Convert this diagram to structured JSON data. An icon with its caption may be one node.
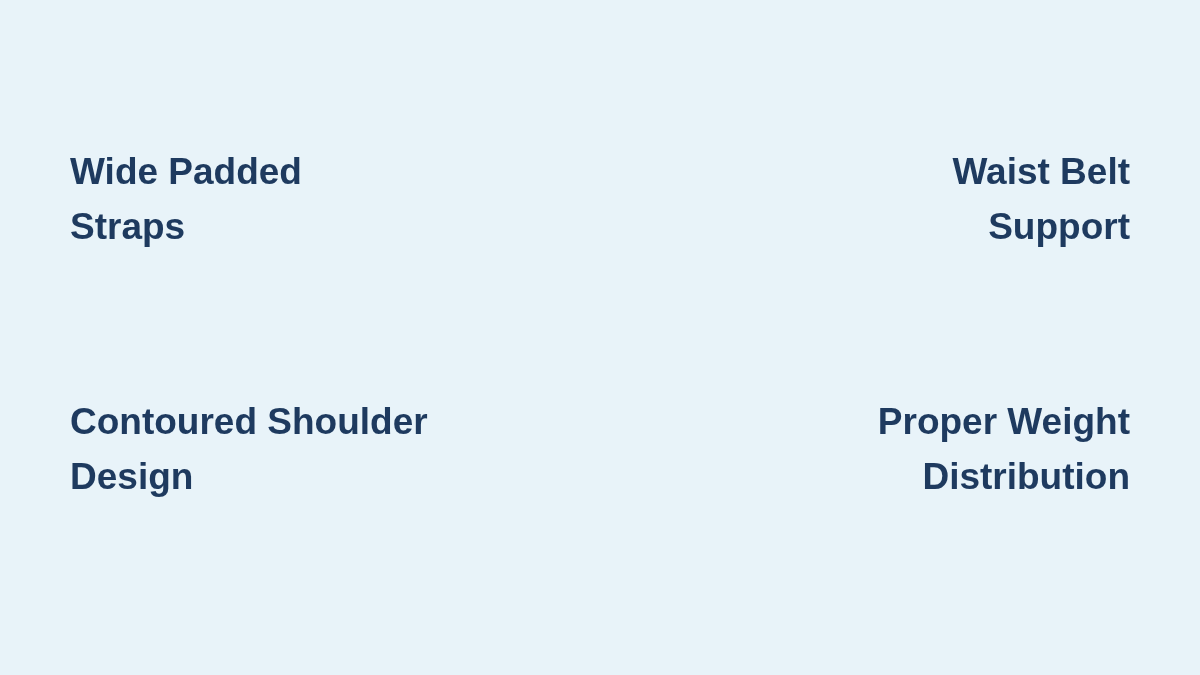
{
  "diagram": {
    "labels": [
      "Wide Padded Straps",
      "Waist Belt Support",
      "Contoured Shoulder Design",
      "Proper Weight Distribution"
    ]
  }
}
